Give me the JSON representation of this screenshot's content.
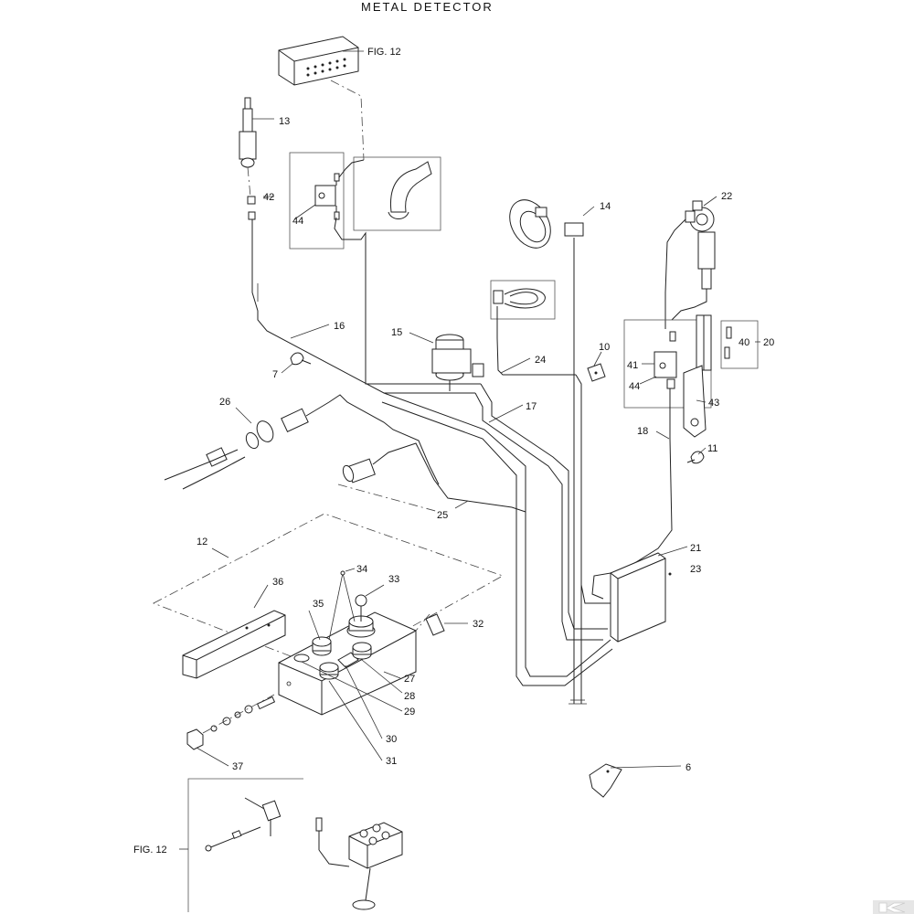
{
  "title": "METAL DETECTOR",
  "fig_ref_top": "FIG. 12",
  "fig_ref_inset": "FIG. 12",
  "callouts": {
    "c6": "6",
    "c7": "7",
    "c10": "10",
    "c11": "11",
    "c12": "12",
    "c13": "13",
    "c14": "14",
    "c15": "15",
    "c16": "16",
    "c17": "17",
    "c18": "18",
    "c20": "20",
    "c21": "21",
    "c22": "22",
    "c23": "23",
    "c24": "24",
    "c25": "25",
    "c26": "26",
    "c27": "27",
    "c28": "28",
    "c29": "29",
    "c30": "30",
    "c31": "31",
    "c32": "32",
    "c33": "33",
    "c34": "34",
    "c35": "35",
    "c36": "36",
    "c37": "37",
    "c40": "40",
    "c41": "41",
    "c42": "42",
    "c43": "43",
    "c44a": "44",
    "c44b": "44"
  },
  "logo_icon": "brand-k-icon"
}
